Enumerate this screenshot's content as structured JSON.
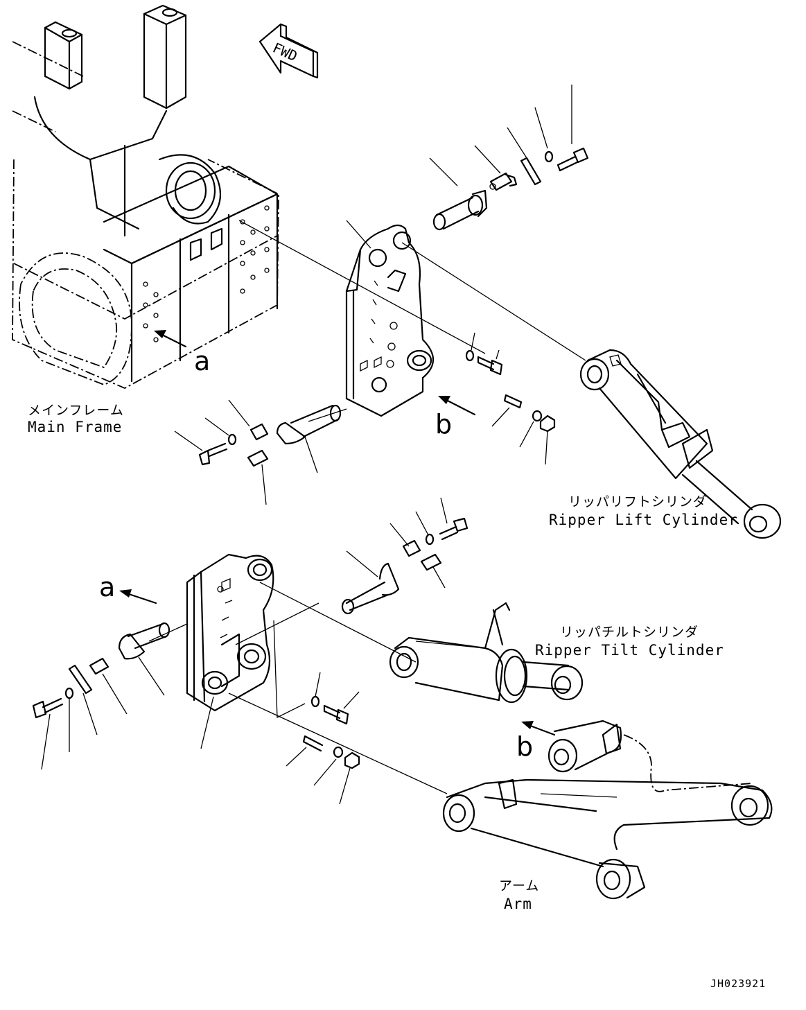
{
  "fwd": "FWD",
  "labels": {
    "main_frame_jp": "メインフレーム",
    "main_frame_en": "Main Frame",
    "lift_cyl_jp": "リッパリフトシリンダ",
    "lift_cyl_en": "Ripper Lift Cylinder",
    "tilt_cyl_jp": "リッパチルトシリンダ",
    "tilt_cyl_en": "Ripper Tilt Cylinder",
    "arm_jp": "アーム",
    "arm_en": "Arm"
  },
  "refs": {
    "a_upper": "a",
    "b_upper": "b",
    "a_lower": "a",
    "b_lower": "b"
  },
  "drawing_code": "JH023921"
}
